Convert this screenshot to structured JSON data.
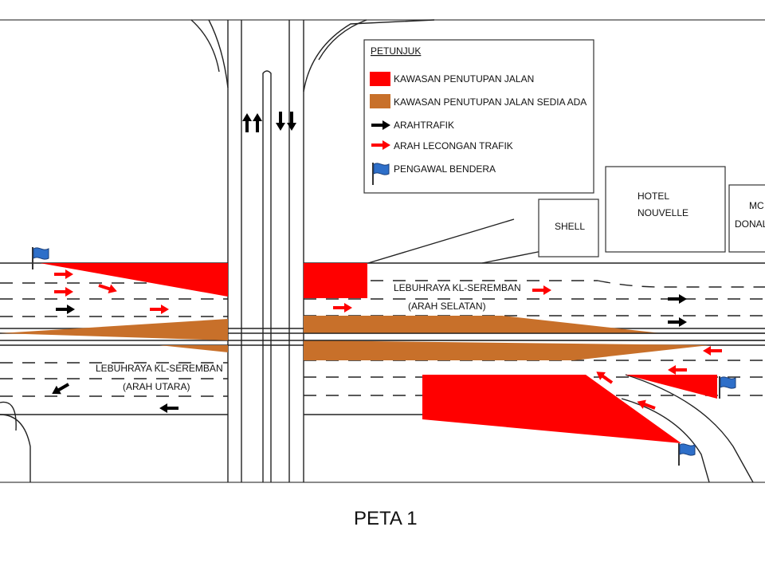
{
  "legend": {
    "title": "PETUNJUK",
    "items": [
      {
        "label": "KAWASAN PENUTUPAN JALAN",
        "symbol": "red-closure-box",
        "color": "#ff0000"
      },
      {
        "label": "KAWASAN PENUTUPAN JALAN SEDIA ADA",
        "symbol": "brown-closure-box",
        "color": "#c8702a"
      },
      {
        "label": "ARAHTRAFIK",
        "symbol": "black-arrow",
        "color": "#000000"
      },
      {
        "label": "ARAH LECONGAN TRAFIK",
        "symbol": "red-arrow",
        "color": "#ff0000"
      },
      {
        "label": "PENGAWAL BENDERA",
        "symbol": "blue-flag",
        "color": "#2e6fc9"
      }
    ]
  },
  "buildings": {
    "shell": "SHELL",
    "hotel_line1": "HOTEL",
    "hotel_line2": "NOUVELLE",
    "mcd_line1": "MC",
    "mcd_line2": "DONAL"
  },
  "roads": {
    "south_line1": "LEBUHRAYA KL-SEREMBAN",
    "south_line2": "(ARAH SELATAN)",
    "north_line1": "LEBUHRAYA  KL-SEREMBAN",
    "north_line2": "(ARAH  UTARA)"
  },
  "caption": "PETA 1",
  "colors": {
    "closure": "#ff0000",
    "existing_closure": "#c8702a",
    "flag": "#2e6fc9",
    "line": "#222222"
  }
}
